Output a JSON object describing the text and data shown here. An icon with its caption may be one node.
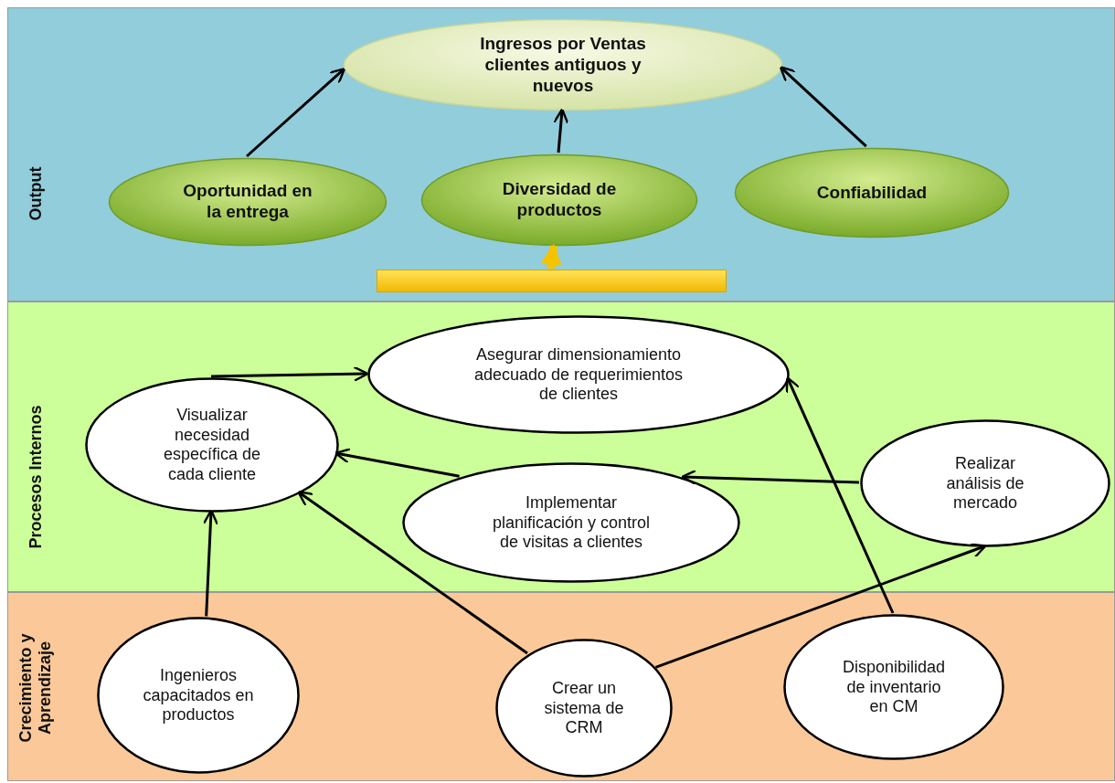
{
  "diagram": {
    "nodes": [
      {
        "text": [
          "Output"
        ]
      },
      {
        "text": [
          "Ingresos por Ventas clientes antiguos y nuevos"
        ],
        "in": 0
      },
      {
        "text": [
          "Oportunidad en la entrega"
        ],
        "in": 0
      },
      {
        "text": [
          "Diversidad de productos"
        ],
        "in": 0
      },
      {
        "text": [
          "Confiabilidad"
        ],
        "in": 0
      },
      {
        "text": [],
        "shape": "bar",
        "in": 0
      },
      {
        "text": [
          "Procesos Internos"
        ]
      },
      {
        "text": [
          "Asegurar dimensionamiento adecuado de requerimientos de clientes"
        ],
        "in": 6
      },
      {
        "text": [
          "Visualizar necesidad específica de cada cliente"
        ],
        "in": 6
      },
      {
        "text": [
          "Implementar planificación y control de visitas a clientes"
        ],
        "in": 6
      },
      {
        "text": [
          "Realizar análisis de mercado"
        ],
        "in": 6
      },
      {
        "text": [
          "Crecimiento y Aprendizaje"
        ]
      },
      {
        "text": [
          "Ingenieros capacitados en productos"
        ],
        "in": 11
      },
      {
        "text": [
          "Crear un sistema de CRM"
        ],
        "in": 11
      },
      {
        "text": [
          "Disponibilidad de inventario en CM"
        ],
        "in": 11
      }
    ],
    "edges": [
      {
        "from": 2,
        "to": 1,
        "arrow": "to"
      },
      {
        "from": 3,
        "to": 1,
        "arrow": "to"
      },
      {
        "from": 4,
        "to": 1,
        "arrow": "to"
      },
      {
        "from": 5,
        "to": 3,
        "arrow": "to",
        "style": "thick",
        "color": "#f5c400"
      },
      {
        "from": 8,
        "to": 7,
        "arrow": "to"
      },
      {
        "from": 9,
        "to": 8,
        "arrow": "to"
      },
      {
        "from": 10,
        "to": 9,
        "arrow": "to"
      },
      {
        "from": 12,
        "to": 8,
        "arrow": "to"
      },
      {
        "from": 13,
        "to": 8,
        "arrow": "to"
      },
      {
        "from": 13,
        "to": 10,
        "arrow": "to"
      },
      {
        "from": 14,
        "to": 7,
        "arrow": "to"
      }
    ]
  }
}
